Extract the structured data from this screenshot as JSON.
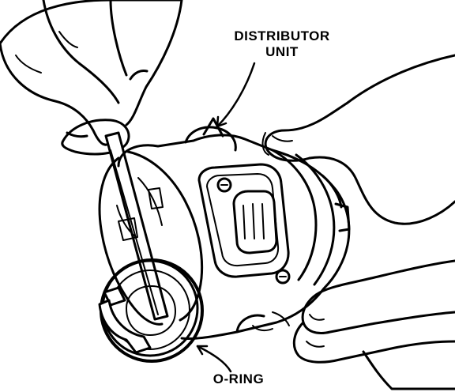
{
  "labels": {
    "distributor_line1": "DISTRIBUTOR",
    "distributor_line2": "UNIT",
    "o_ring": "O-RING"
  },
  "colors": {
    "ink": "#000000",
    "paper": "#ffffff"
  }
}
